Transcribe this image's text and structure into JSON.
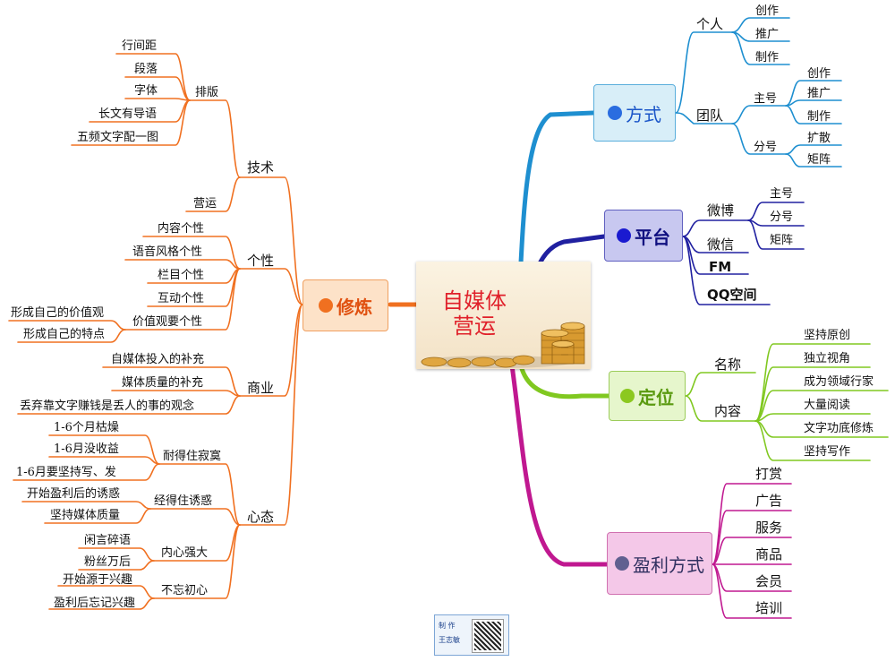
{
  "center": {
    "line1": "自媒体",
    "line2": "营运"
  },
  "colors": {
    "orange": "#f07020",
    "blue": "#1e8fd0",
    "navy": "#2020a0",
    "green": "#80c820",
    "magenta": "#c01890",
    "fangshi_fill": "#d8eef8",
    "pingtai_fill": "#c8c8f0",
    "dingwei_fill": "#e6f6cc",
    "yingli_fill": "#f4c8e8",
    "xiulian_fill": "#fde2c8"
  },
  "right": {
    "fangshi": {
      "label": "方式",
      "dot_color": "#2a6de0",
      "geren": {
        "label": "个人",
        "children": [
          "创作",
          "推广",
          "制作"
        ]
      },
      "tuandui": {
        "label": "团队",
        "zhuhao": {
          "label": "主号",
          "children": [
            "创作",
            "推广",
            "制作"
          ]
        },
        "fenhao": {
          "label": "分号",
          "children": [
            "扩散",
            "矩阵"
          ]
        }
      }
    },
    "pingtai": {
      "label": "平台",
      "dot_color": "#1a1ad0",
      "weibo": {
        "label": "微博",
        "children": [
          "主号",
          "分号",
          "矩阵"
        ]
      },
      "others": [
        "微信",
        "FM",
        "QQ空间"
      ]
    },
    "dingwei": {
      "label": "定位",
      "dot_color": "#8cc820",
      "mingcheng": "名称",
      "neirong": {
        "label": "内容",
        "children": [
          "坚持原创",
          "独立视角",
          "成为领域行家",
          "大量阅读",
          "文字功底修炼",
          "坚持写作"
        ]
      }
    },
    "yingli": {
      "label": "盈利方式",
      "dot_color": "#606090",
      "children": [
        "打赏",
        "广告",
        "服务",
        "商品",
        "会员",
        "培训"
      ]
    }
  },
  "left": {
    "xiulian": {
      "label": "修炼",
      "dot_color": "#f07020",
      "jishu": {
        "label": "技术",
        "paiban": {
          "label": "排版",
          "children": [
            "行间距",
            "段落",
            "字体",
            "长文有导语",
            "五频文字配一图"
          ]
        },
        "yingyun": "营运"
      },
      "gexing": {
        "label": "个性",
        "children": [
          "内容个性",
          "语音风格个性",
          "栏目个性",
          "互动个性"
        ],
        "jiazhiguan": {
          "label": "价值观要个性",
          "children": [
            "形成自己的价值观",
            "形成自己的特点"
          ]
        }
      },
      "shangye": {
        "label": "商业",
        "children": [
          "自媒体投入的补充",
          "媒体质量的补充",
          "丢弃靠文字赚钱是丢人的事的观念"
        ]
      },
      "xintai": {
        "label": "心态",
        "jimo": {
          "label": "耐得住寂寞",
          "children": [
            "1-6个月枯燥",
            "1-6月没收益",
            "1-6月要坚持写、发"
          ]
        },
        "youhuo": {
          "label": "经得住诱惑",
          "children": [
            "开始盈利后的诱惑",
            "坚持媒体质量"
          ]
        },
        "qiangda": {
          "label": "内心强大",
          "children": [
            "闲言碎语",
            "粉丝万后"
          ]
        },
        "chuxin": {
          "label": "不忘初心",
          "children": [
            "开始源于兴趣",
            "盈利后忘记兴趣"
          ]
        }
      }
    }
  },
  "badge": {
    "line1": "制 作",
    "line2": "王志敏"
  }
}
